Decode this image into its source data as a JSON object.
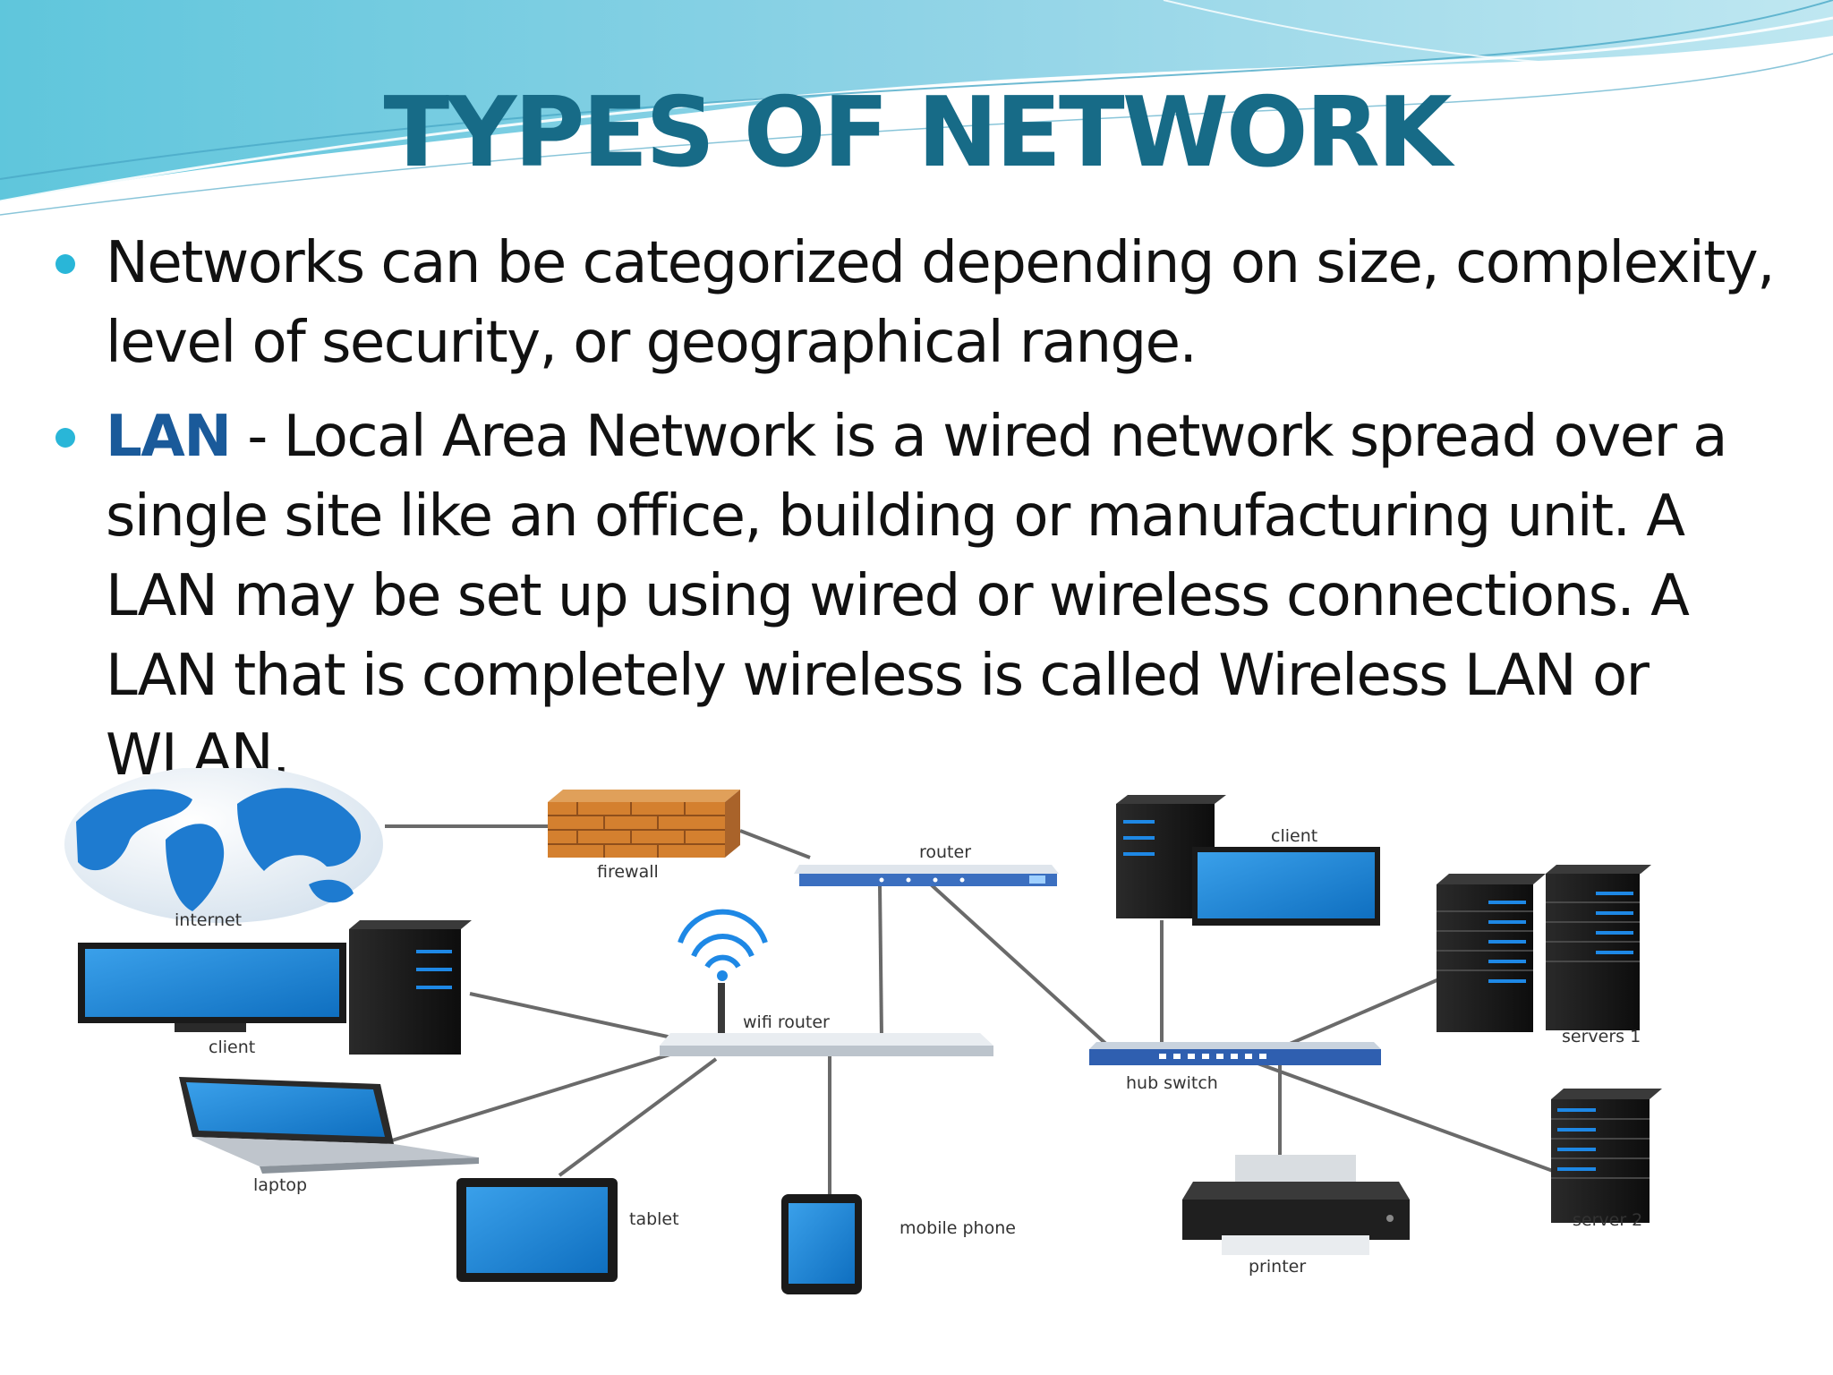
{
  "title": "TYPES OF NETWORK",
  "bullets": [
    {
      "term": "",
      "text": "Networks can be categorized depending on size, complexity, level of security, or geographical range."
    },
    {
      "term": "LAN",
      "text": " - Local Area Network is a wired network spread over a single site like an office, building or manufacturing unit. A LAN may be set up using wired or wireless connections. A LAN that is completely wireless is called Wireless LAN or WLAN."
    }
  ],
  "diagram": {
    "labels": {
      "internet": "internet",
      "firewall": "firewall",
      "router": "router",
      "client_top": "client",
      "client_left": "client",
      "wifi_router": "wifi router",
      "hub_switch": "hub switch",
      "servers_1": "servers 1",
      "laptop": "laptop",
      "tablet": "tablet",
      "mobile_phone": "mobile phone",
      "printer": "printer",
      "server_2": "server 2"
    }
  },
  "colors": {
    "title": "#176b87",
    "bullet_dot": "#29b6d8",
    "term": "#1a5a9a",
    "accent_blue": "#1e88e5"
  }
}
